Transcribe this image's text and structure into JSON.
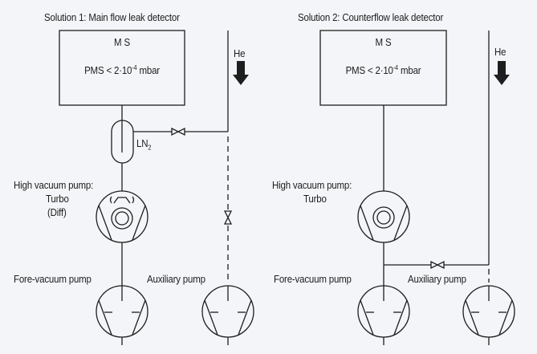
{
  "solution1": {
    "title": "Solution 1: Main flow leak detector",
    "ms_box": {
      "label": "M S",
      "pressure_prefix": "PMS < 2·10",
      "pressure_exp": "-4",
      "pressure_unit": " mbar"
    },
    "gas_label": "He",
    "trap_label": "LN",
    "trap_sub": "2",
    "high_vac_label": "High vacuum pump:",
    "high_vac_type1": "Turbo",
    "high_vac_type2": "(Diff)",
    "fore_label": "Fore-vacuum pump",
    "aux_label": "Auxiliary pump"
  },
  "solution2": {
    "title": "Solution 2: Counterflow leak detector",
    "ms_box": {
      "label": "M S",
      "pressure_prefix": "PMS < 2·10",
      "pressure_exp": "-4",
      "pressure_unit": " mbar"
    },
    "gas_label": "He",
    "high_vac_label": "High vacuum pump:",
    "high_vac_type1": "Turbo",
    "fore_label": "Fore-vacuum pump",
    "aux_label": "Auxiliary pump"
  }
}
